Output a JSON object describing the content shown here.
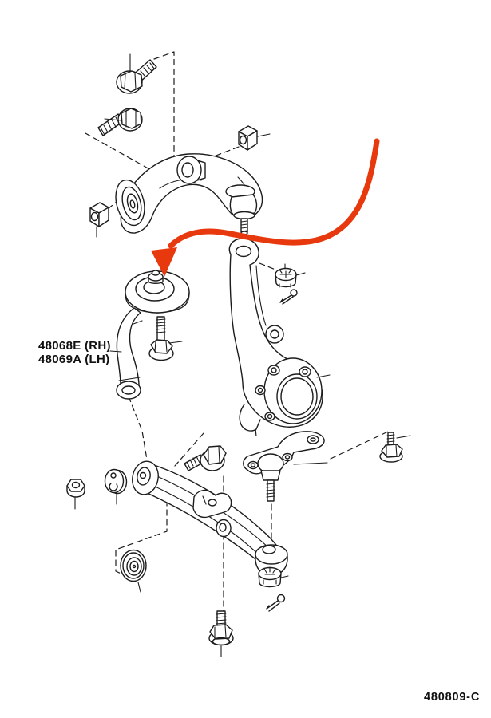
{
  "diagram": {
    "type": "exploded-parts-diagram",
    "subject": "front-suspension-lower-arm-and-strut-bar",
    "code": "480809-C",
    "callout": {
      "line1": "48068E (RH)",
      "line2": "48069A (LH)"
    },
    "colors": {
      "line": "#1c1c1c",
      "arrow_red": "#e8380d",
      "background": "#ffffff"
    },
    "parts": [
      "flange-bolt-top",
      "flange-bolt-second",
      "clip-nut-left",
      "clip-nut-right",
      "upper-control-arm",
      "upper-ball-joint",
      "strut-bar-with-bushing",
      "strut-bar-bolt",
      "steering-knuckle",
      "castle-nut-upper",
      "cotter-pin-upper",
      "lower-ball-joint",
      "flange-bolt-small-right",
      "lower-control-arm",
      "arm-pivot-bolt",
      "hex-nut-left",
      "cam-washer",
      "grommet-retainer",
      "castle-nut-lower",
      "cotter-pin-lower",
      "flange-bolt-bottom"
    ]
  }
}
